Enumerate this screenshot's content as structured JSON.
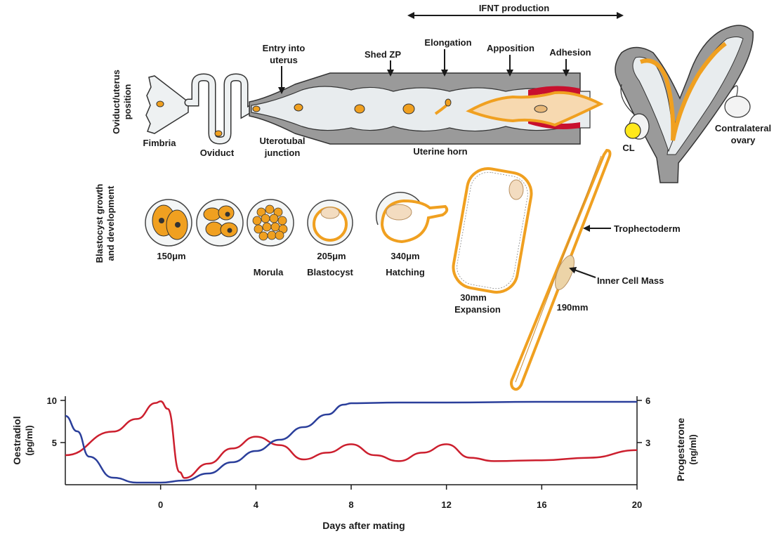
{
  "top_banner": {
    "ifnt": "IFNT production"
  },
  "oviduct_section": {
    "side_label_line1": "Oviduct/uterus",
    "side_label_line2": "position",
    "fimbria": "Fimbria",
    "oviduct": "Oviduct",
    "utj_line1": "Uterotubal",
    "utj_line2": "junction",
    "entry_line1": "Entry into",
    "entry_line2": "uterus",
    "shed_zp": "Shed ZP",
    "elongation": "Elongation",
    "apposition": "Apposition",
    "adhesion": "Adhesion",
    "uterine_horn": "Uterine horn",
    "cl": "CL",
    "contralateral_line1": "Contralateral",
    "contralateral_line2": "ovary"
  },
  "blastocyst_section": {
    "side_label_line1": "Blastocyst growth",
    "side_label_line2": "and development",
    "size_150": "150μm",
    "morula": "Morula",
    "size_205": "205μm",
    "blastocyst": "Blastocyst",
    "size_340": "340μm",
    "hatching": "Hatching",
    "size_30": "30mm",
    "expansion": "Expansion",
    "trophectoderm": "Trophectoderm",
    "inner_cell_mass": "Inner Cell Mass",
    "size_190": "190mm"
  },
  "colors": {
    "oestradiol": "#cc1f2e",
    "progesterone": "#2b3f9b",
    "embryo_orange": "#f0a020",
    "uterus_grey": "#9a9a9a",
    "lumen": "#e8ecee",
    "cl_yellow": "#ffe81a"
  },
  "chart_data": {
    "type": "line",
    "xlabel": "Days after mating",
    "x_ticks": [
      0,
      4,
      8,
      12,
      16,
      20
    ],
    "xlim": [
      -4,
      20
    ],
    "left_axis": {
      "label_line1": "Oestradiol",
      "label_line2": "(pg/ml)",
      "ticks": [
        5,
        10
      ],
      "ylim": [
        0,
        10
      ]
    },
    "right_axis": {
      "label_line1": "Progesterone",
      "label_line2": "(ng/ml)",
      "ticks": [
        3,
        6
      ],
      "ylim": [
        0,
        6
      ]
    },
    "series": [
      {
        "axis": "left",
        "color": "#cc1f2e",
        "x": [
          -4,
          -2,
          -1,
          -0.2,
          0,
          0.3,
          0.8,
          1,
          2,
          3,
          4,
          5,
          6,
          7,
          8,
          9,
          10,
          11,
          12,
          13,
          14,
          16,
          18,
          20
        ],
        "y": [
          3.5,
          6.3,
          7.8,
          9.7,
          9.9,
          9.0,
          1.5,
          0.8,
          2.5,
          4.3,
          5.7,
          4.7,
          3.0,
          3.8,
          4.8,
          3.5,
          2.8,
          3.8,
          4.8,
          3.2,
          2.8,
          2.9,
          3.2,
          4.1
        ]
      },
      {
        "axis": "right",
        "color": "#2b3f9b",
        "x": [
          -4,
          -3.5,
          -3,
          -2,
          -1,
          0,
          1,
          2,
          3,
          4,
          5,
          6,
          7,
          7.7,
          8,
          10,
          12,
          16,
          20
        ],
        "y": [
          4.9,
          3.8,
          2.0,
          0.5,
          0.15,
          0.15,
          0.3,
          0.8,
          1.6,
          2.4,
          3.2,
          4.1,
          5.0,
          5.7,
          5.8,
          5.85,
          5.85,
          5.9,
          5.9
        ]
      }
    ]
  }
}
